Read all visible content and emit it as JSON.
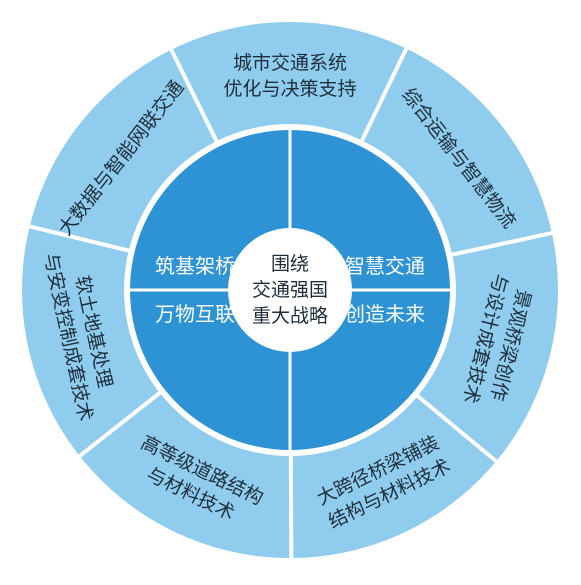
{
  "center": {
    "lines": [
      "围绕",
      "交通强国",
      "重大战略"
    ]
  },
  "quadrants": [
    {
      "id": "tl",
      "label": "筑基架桥"
    },
    {
      "id": "tr",
      "label": "智慧交通"
    },
    {
      "id": "bl",
      "label": "万物互联"
    },
    {
      "id": "br",
      "label": "创造未来"
    }
  ],
  "outer_segments": [
    {
      "id": "s1",
      "lines": [
        "城市交通系统",
        "优化与决策支持"
      ]
    },
    {
      "id": "s2",
      "lines": [
        "综合运输与智慧物流"
      ]
    },
    {
      "id": "s3",
      "lines": [
        "景观桥梁创作",
        "与设计成套技术"
      ]
    },
    {
      "id": "s4",
      "lines": [
        "大跨径桥梁铺装",
        "结构与材料技术"
      ]
    },
    {
      "id": "s5",
      "lines": [
        "高等级道路结构",
        "与材料技术"
      ]
    },
    {
      "id": "s6",
      "lines": [
        "软土地基处理",
        "与安变控制成套技术"
      ]
    },
    {
      "id": "s7",
      "lines": [
        "大数据与智能网联交通"
      ]
    }
  ],
  "colors": {
    "outer_ring": "#90CCEE",
    "inner_disc": "#2D93D4",
    "center_circle": "#FFFFFF",
    "divider": "#FFFFFF",
    "text_dark": "#1E2E3A",
    "text_light": "#FFFFFF"
  }
}
